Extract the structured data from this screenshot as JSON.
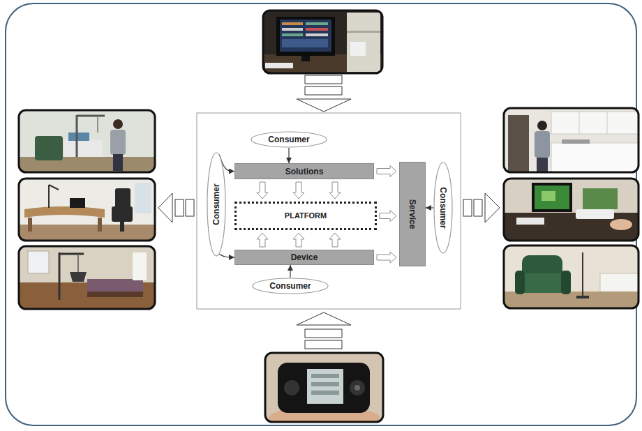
{
  "diagram": {
    "nodes": [
      {
        "text": [
          "Consumer"
        ]
      },
      {
        "text": [
          "Consumer"
        ]
      },
      {
        "text": [
          "Solutions"
        ]
      },
      {
        "text": [
          "PLATFORM"
        ]
      },
      {
        "text": [
          "Service"
        ]
      },
      {
        "text": [
          "Consumer"
        ]
      },
      {
        "text": [
          "Device"
        ]
      },
      {
        "text": [
          "Consumer"
        ]
      }
    ],
    "edges": [
      {
        "from": 0,
        "to": 2,
        "arrow": "to"
      },
      {
        "from": 1,
        "to": 2,
        "arrow": "to"
      },
      {
        "from": 1,
        "to": 6,
        "arrow": "to"
      },
      {
        "from": 5,
        "to": 4,
        "arrow": "to"
      },
      {
        "from": 7,
        "to": 6,
        "arrow": "to"
      },
      {
        "from": 2,
        "to": 3,
        "arrow": "to"
      },
      {
        "from": 2,
        "to": 3,
        "arrow": "to"
      },
      {
        "from": 2,
        "to": 3,
        "arrow": "to"
      },
      {
        "from": 6,
        "to": 3,
        "arrow": "to"
      },
      {
        "from": 6,
        "to": 3,
        "arrow": "to"
      },
      {
        "from": 6,
        "to": 3,
        "arrow": "to"
      },
      {
        "from": 2,
        "to": 4,
        "arrow": "to"
      },
      {
        "from": 3,
        "to": 4,
        "arrow": "to"
      },
      {
        "from": 6,
        "to": 4,
        "arrow": "to"
      }
    ]
  }
}
